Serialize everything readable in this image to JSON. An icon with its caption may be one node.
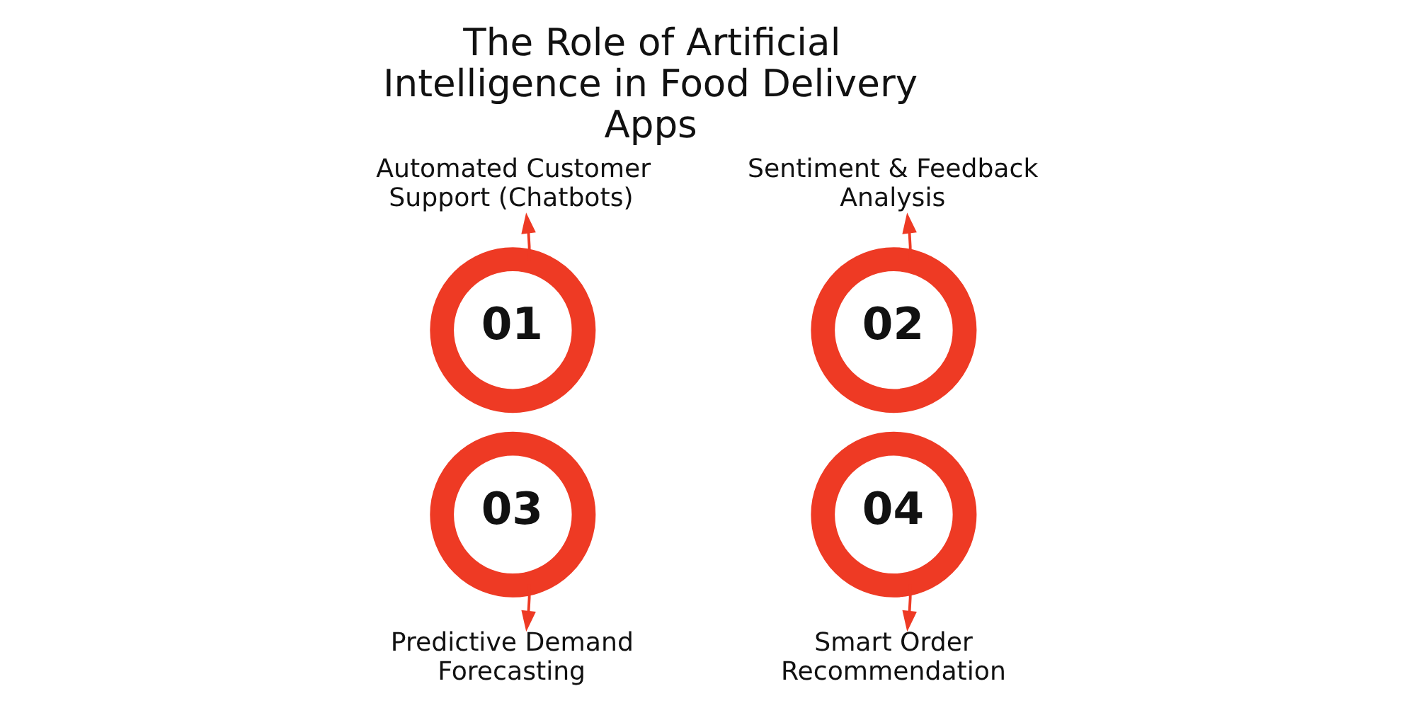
{
  "diagram": {
    "title": "The Role of Artificial Intelligence in Food Delivery Apps",
    "nodes": [
      {
        "text": [
          "Automated Customer Support (Chatbots)"
        ]
      },
      {
        "text": [
          "Sentiment & Feedback Analysis"
        ]
      },
      {
        "text": [
          "01"
        ]
      },
      {
        "text": [
          "02"
        ]
      },
      {
        "text": [
          "03"
        ]
      },
      {
        "text": [
          "04"
        ]
      },
      {
        "text": [
          "Predictive Demand Forecasting"
        ]
      },
      {
        "text": [
          "Smart Order Recommendation"
        ]
      }
    ],
    "edges": [
      {
        "from": 2,
        "to": 0,
        "arrow": "to"
      },
      {
        "from": 3,
        "to": 1,
        "arrow": "to"
      },
      {
        "from": 4,
        "to": 6,
        "arrow": "to"
      },
      {
        "from": 5,
        "to": 7,
        "arrow": "to"
      }
    ]
  }
}
